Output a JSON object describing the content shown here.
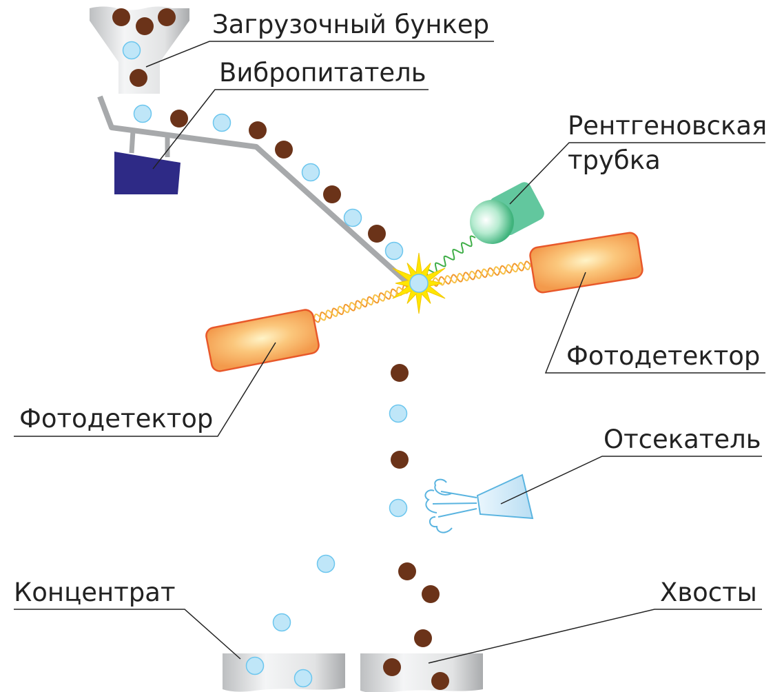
{
  "labels": {
    "hopper": "Загрузочный бункер",
    "feeder": "Вибропитатель",
    "xray_tube_line1": "Рентгеновская",
    "xray_tube_line2": "трубка",
    "photodetector_right": "Фотодетектор",
    "photodetector_left": "Фотодетектор",
    "ejector": "Отсекатель",
    "concentrate": "Концентрат",
    "tailings": "Хвосты"
  },
  "colors": {
    "ore_particle": "#6b3319",
    "mineral_particle": "#bfe6f8",
    "mineral_particle_stroke": "#6cc6ee",
    "feeder_rail": "#a7a9ab",
    "vibrator_motor": "#2e2a86",
    "xray_tube": "#5fc59b",
    "xray_wave": "#3fae48",
    "photodetector": "#f6a45c",
    "photodetector_stroke": "#e8582a",
    "signal_wave": "#f29a2e",
    "flash": "#ffe600",
    "ejector": "#5ab4e0",
    "bin": "#cfd1d3",
    "text": "#222222"
  },
  "icons": {
    "flash": "starburst-icon",
    "air_jet": "air-puff-icon"
  }
}
